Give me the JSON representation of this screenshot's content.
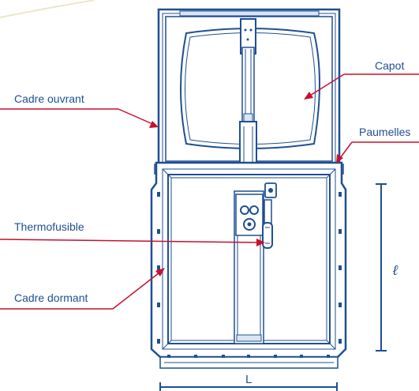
{
  "labels": {
    "capot": "Capot",
    "cadre_ouvrant": "Cadre ouvrant",
    "paumelles": "Paumelles",
    "thermofusible": "Thermofusible",
    "cadre_dormant": "Cadre dormant"
  },
  "dimensions": {
    "width": "L",
    "height": "ℓ"
  },
  "colors": {
    "frame": "#1f4f93",
    "frame_light": "#dbe6f4",
    "callout": "#c8102e",
    "text": "#1f4f93"
  }
}
